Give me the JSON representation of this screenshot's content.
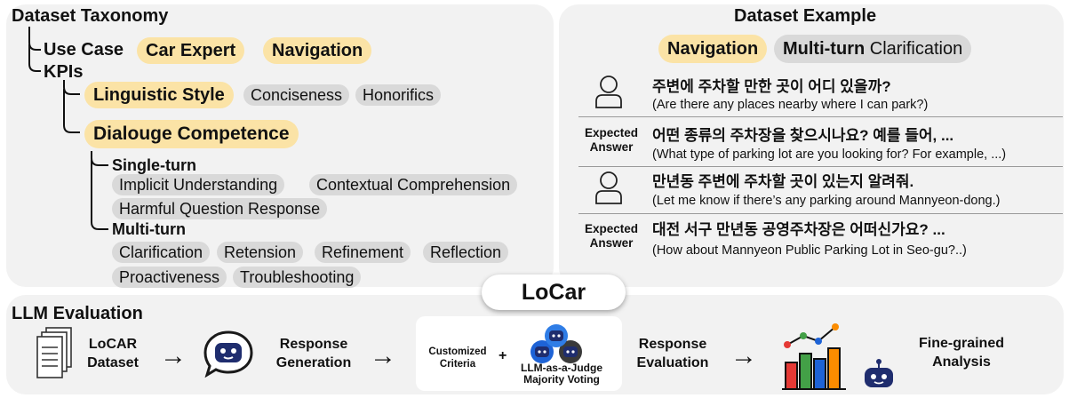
{
  "taxonomy": {
    "title": "Dataset Taxonomy",
    "use_case_label": "Use Case",
    "use_cases": [
      "Car Expert",
      "Navigation"
    ],
    "kpis_label": "KPIs",
    "linguistic_style": "Linguistic Style",
    "linguistic_items": [
      "Conciseness",
      "Honorifics"
    ],
    "dialogue_competence": "Dialouge Competence",
    "single_turn": "Single-turn",
    "single_items": [
      "Implicit Understanding",
      "Contextual Comprehension",
      "Harmful Question Response"
    ],
    "multi_turn": "Multi-turn",
    "multi_items": [
      "Clarification",
      "Retension",
      "Refinement",
      "Reflection",
      "Proactiveness",
      "Troubleshooting"
    ]
  },
  "example": {
    "title": "Dataset Example",
    "tag_yellow": "Navigation",
    "tag_gray_bold": "Multi-turn",
    "tag_gray_rest": "Clarification",
    "expected_line1": "Expected",
    "expected_line2": "Answer",
    "turns": [
      {
        "ko": "주변에 주차할 만한 곳이 어디 있을까?",
        "en": "(Are there any places nearby where I can park?)"
      },
      {
        "ko": "어떤 종류의 주차장을 찾으시나요? 예를 들어, ...",
        "en": "(What type of parking lot are you looking for? For example, ...)"
      },
      {
        "ko": "만년동 주변에 주차할 곳이 있는지 알려줘.",
        "en": "(Let me know if there’s any parking around Mannyeon-dong.)"
      },
      {
        "ko": "대전 서구 만년동 공영주차장은 어떠신가요? ...",
        "en": "(How about Mannyeon Public Parking Lot in Seo-gu?..)"
      }
    ]
  },
  "center_badge": "LoCar",
  "evaluation": {
    "title": "LLM Evaluation",
    "dataset_line1": "LoCAR",
    "dataset_line2": "Dataset",
    "gen_line1": "Response",
    "gen_line2": "Generation",
    "criteria_line1": "Customized",
    "criteria_line2": "Criteria",
    "plus": "+",
    "judge_line1": "LLM-as-a-Judge",
    "judge_line2": "Majority Voting",
    "eval_line1": "Response",
    "eval_line2": "Evaluation",
    "analysis_line1": "Fine-grained",
    "analysis_line2": "Analysis",
    "arrow": "→",
    "bar_colors": [
      "#e53935",
      "#43a047",
      "#1e63d6",
      "#fb8c00"
    ]
  }
}
